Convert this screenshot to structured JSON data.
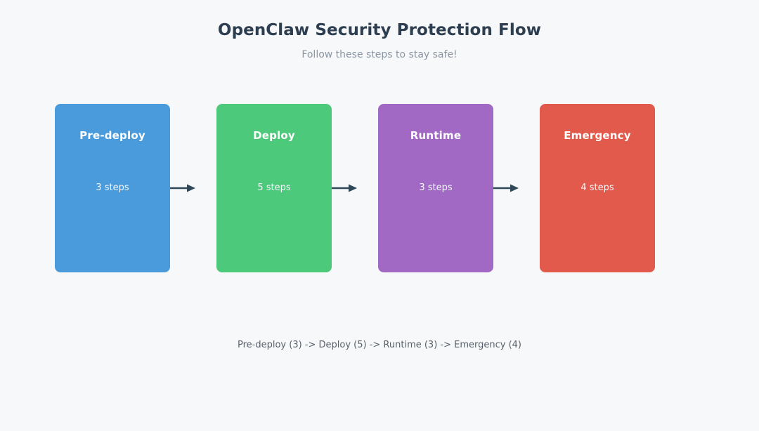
{
  "header": {
    "title": "OpenClaw Security Protection Flow",
    "subtitle": "Follow these steps to stay safe!"
  },
  "colors": {
    "background": "#f7f8fa",
    "title": "#2c3e50",
    "subtitle": "#8a96a3",
    "caption": "#57606a",
    "arrow": "#2f4858"
  },
  "flow": {
    "stages": [
      {
        "name": "Pre-deploy",
        "steps_label": "3 steps",
        "step_count": 3,
        "color": "#4a9bdc"
      },
      {
        "name": "Deploy",
        "steps_label": "5 steps",
        "step_count": 5,
        "color": "#4dc97b"
      },
      {
        "name": "Runtime",
        "steps_label": "3 steps",
        "step_count": 3,
        "color": "#a169c4"
      },
      {
        "name": "Emergency",
        "steps_label": "4 steps",
        "step_count": 4,
        "color": "#e25a4b"
      }
    ],
    "caption": "Pre-deploy (3) -> Deploy (5) -> Runtime (3) -> Emergency (4)"
  }
}
